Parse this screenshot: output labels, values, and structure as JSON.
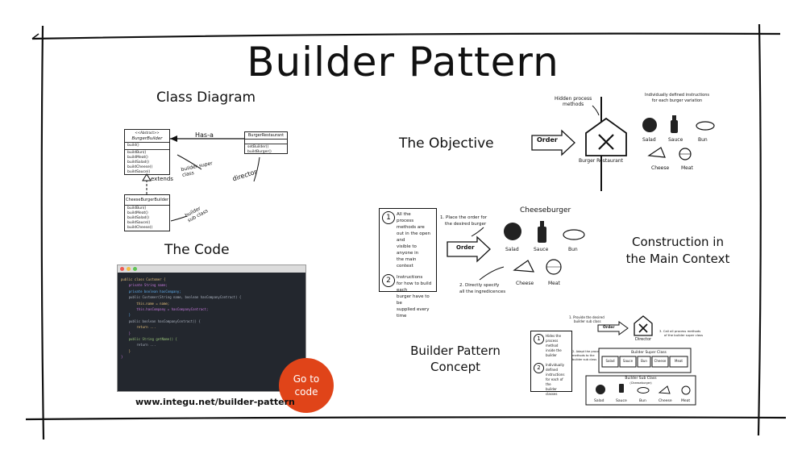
{
  "title": "Builder Pattern",
  "sections": {
    "class_diagram": {
      "heading": "Class Diagram",
      "burger_builder": {
        "stereotype": "<<Abstract>>",
        "name": "BurgerBuilder",
        "fields": [
          "build()"
        ],
        "methods": [
          "buildBun()",
          "buildMeat()",
          "buildSalad()",
          "buildCheese()",
          "buildSauce()"
        ]
      },
      "burger_restaurant": {
        "name": "BurgerRestaurant",
        "methods": [
          "setBuilder()",
          "buildBurger()"
        ]
      },
      "cheeseburger_builder": {
        "name": "CheeseBurgerBuilder",
        "methods": [
          "buildBun()",
          "buildMeat()",
          "buildSalad()",
          "buildSauce()",
          "buildCheese()"
        ]
      },
      "labels": {
        "has_a": "Has-a",
        "extends": "extends",
        "builder_super_class": "builder super class",
        "director": "director",
        "builder_sub_class": "builder sub class"
      }
    },
    "the_code": {
      "heading": "The Code",
      "code_lines": [
        "public class Customer {",
        "    private String name;",
        "    private boolean hasCompany;",
        "",
        "    public Customer(String name, boolean hasCompanyContract) {",
        "        this.name = name;",
        "        this.hasCompany = hasCompanyContract;",
        "    }",
        "",
        "    public boolean hasCompanyContract() {",
        "        return ...",
        "    }",
        "",
        "    public String getName() {",
        "        return ...",
        "    }",
        "}"
      ],
      "url": "www.integu.net/builder-pattern",
      "goto_button": [
        "Go to",
        "code"
      ]
    },
    "objective": {
      "heading": "The Objective",
      "order": "Order",
      "hidden_process": [
        "Hidden process",
        "methods"
      ],
      "restaurant": "Burger Restaurant",
      "individually_defined": [
        "Individually defined instructions",
        "for each burger variation"
      ],
      "ingredients": [
        "Salad",
        "Sauce",
        "Bun",
        "Cheese",
        "Meat"
      ]
    },
    "construction": {
      "heading": [
        "Construction in",
        "the Main Context"
      ],
      "note1": [
        "All the",
        "process methods are",
        "out in the open and",
        "visible to anyone in",
        "the main context"
      ],
      "note2": [
        "Instructions",
        "for how to build each",
        "burger have to be",
        "supplied every time"
      ],
      "step1": [
        "1. Place the order for",
        "the desired burger"
      ],
      "step2": [
        "2. Directly specify",
        "all the ingredicences"
      ],
      "order": "Order",
      "cheeseburger": "Cheeseburger",
      "ingredients": [
        "Salad",
        "Sauce",
        "Bun",
        "Cheese",
        "Meat"
      ]
    },
    "concept": {
      "heading": [
        "Builder Pattern",
        "Concept"
      ],
      "note1": [
        "Hides the",
        "process method",
        "inside the builder"
      ],
      "note2": [
        "Individually",
        "defined instructions",
        "for each of the",
        "builder classes"
      ],
      "step1": [
        "1. Provide the desired",
        "builder sub class"
      ],
      "step2": [
        "2. Adapt the process",
        "methods to the",
        "builder sub class"
      ],
      "step3": [
        "3. Call all process methods",
        "of the builder super class"
      ],
      "order": "Order",
      "director": "Director",
      "super_class": "Builder Super Class",
      "sub_class": "Builder Sub Class",
      "sub_class_note": "(Cheeseburger)",
      "super_boxes": [
        "Salad",
        "Sauce",
        "Bun",
        "Cheese",
        "Meat"
      ],
      "ingredients": [
        "Salad",
        "Sauce",
        "Bun",
        "Cheese",
        "Meat"
      ]
    }
  },
  "colors": {
    "goto_button": "#e04419",
    "code_bg": "#23272e"
  }
}
